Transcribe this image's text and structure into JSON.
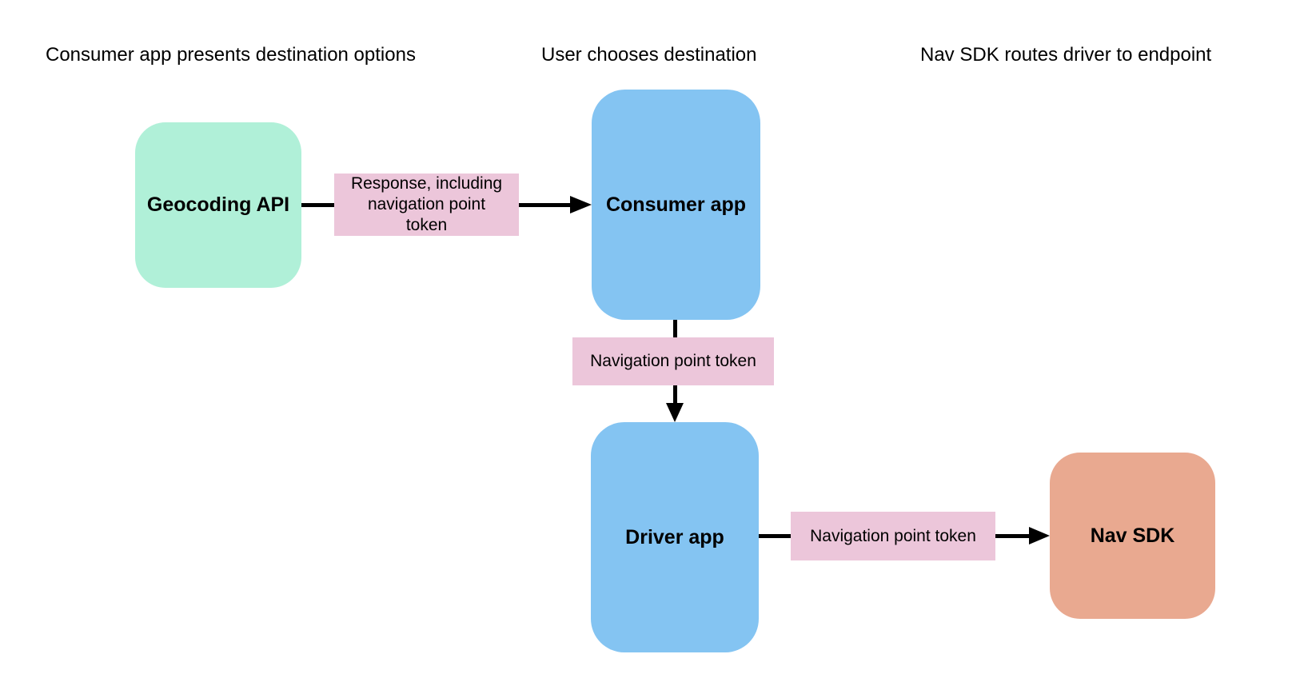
{
  "figure": {
    "background_color": "#ffffff",
    "arrow_color": "#000000",
    "headers": [
      {
        "text": "Consumer app presents destination options"
      },
      {
        "text": "User chooses destination"
      },
      {
        "text": "Nav SDK routes driver to endpoint"
      }
    ],
    "nodes": [
      {
        "id": "geocoding-api",
        "label": "Geocoding API",
        "color": "#b0f0d8"
      },
      {
        "id": "consumer-app",
        "label": "Consumer app",
        "color": "#84c4f2"
      },
      {
        "id": "driver-app",
        "label": "Driver app",
        "color": "#84c4f2"
      },
      {
        "id": "nav-sdk",
        "label": "Nav SDK",
        "color": "#e9a990"
      }
    ],
    "edge_labels": [
      {
        "text": "Response, including navigation point token",
        "color": "#ecc6da"
      },
      {
        "text": "Navigation point token",
        "color": "#ecc6da"
      },
      {
        "text": "Navigation point token",
        "color": "#ecc6da"
      }
    ]
  }
}
